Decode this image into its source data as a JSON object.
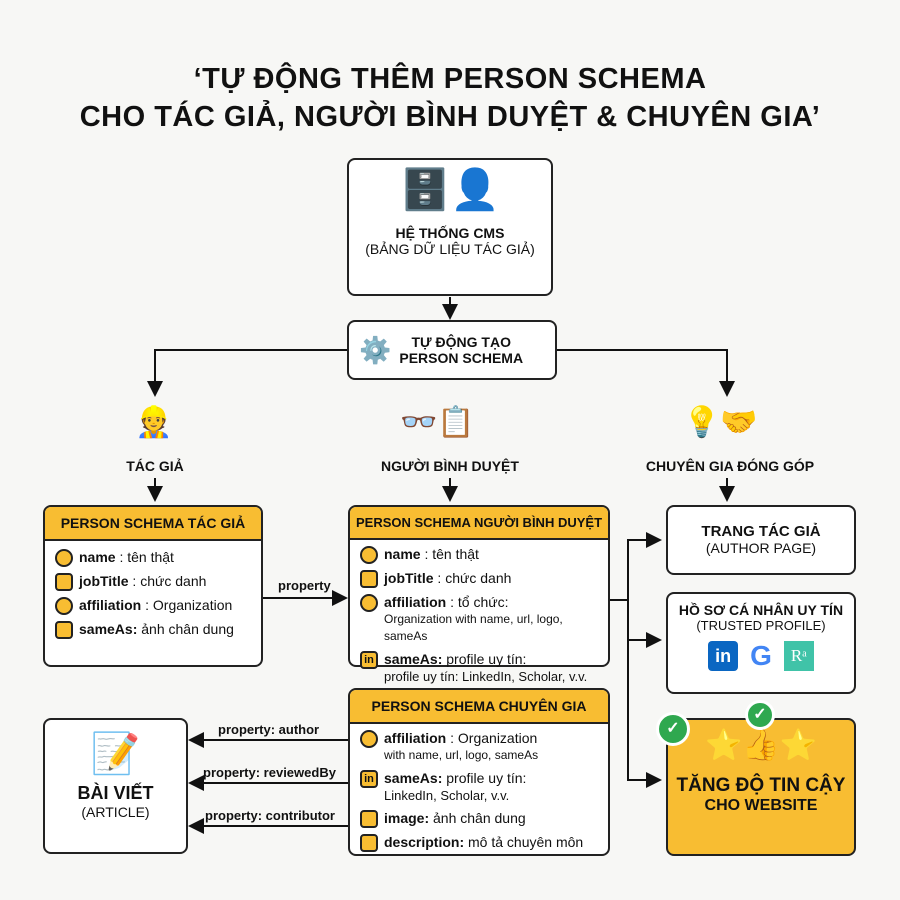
{
  "title": {
    "line1": "‘TỰ ĐỘNG THÊM PERSON SCHEMA",
    "line2": "CHO TÁC GIẢ, NGƯỜI BÌNH DUYỆT & CHUYÊN GIA’"
  },
  "cms": {
    "title": "HỆ THỐNG CMS",
    "subtitle": "(BẢNG DỮ LIỆU TÁC GIẢ)"
  },
  "auto": {
    "line1": "TỰ ĐỘNG TẠO",
    "line2": "PERSON SCHEMA"
  },
  "roles": {
    "author": "TÁC GIẢ",
    "reviewer": "NGƯỜI BÌNH DUYỆT",
    "expert": "CHUYÊN GIA ĐÓNG GÓP"
  },
  "author_schema": {
    "header": "PERSON SCHEMA TÁC GIẢ",
    "rows": [
      {
        "key": "name",
        "val": " : tên thật",
        "icon": "person-icon"
      },
      {
        "key": "jobTitle",
        "val": " : chức danh",
        "icon": "briefcase-icon"
      },
      {
        "key": "affiliation",
        "val": " : Organization",
        "icon": "globe-icon"
      },
      {
        "key": "sameAs:",
        "val": " ảnh chân dung",
        "icon": "image-icon"
      }
    ]
  },
  "reviewer_schema": {
    "header": "PERSON SCHEMA NGƯỜI BÌNH DUYỆT",
    "rows": [
      {
        "key": "name",
        "val": " : tên thật",
        "sub": ""
      },
      {
        "key": "jobTitle",
        "val": " : chức danh",
        "sub": ""
      },
      {
        "key": "affiliation",
        "val": " : tổ chức:",
        "sub": "Organization with name, url, logo, sameAs"
      },
      {
        "key": "sameAs:",
        "val": " profile uy tín:",
        "sub": "profile uy tín: LinkedIn, Scholar, v.v."
      }
    ]
  },
  "expert_schema": {
    "header": "PERSON SCHEMA CHUYÊN GIA",
    "rows": [
      {
        "key": "affiliation",
        "val": " : Organization",
        "sub": "with name, url, logo, sameAs"
      },
      {
        "key": "sameAs:",
        "val": " profile uy tín:",
        "sub": "LinkedIn, Scholar, v.v."
      },
      {
        "key": "image:",
        "val": " ảnh chân dung",
        "sub": ""
      },
      {
        "key": "description:",
        "val": " mô tả chuyên môn",
        "sub": ""
      }
    ]
  },
  "property": "property",
  "props": {
    "author": "property: author",
    "reviewedBy": "property: reviewedBy",
    "contributor": "property: contributor"
  },
  "article": {
    "title": "BÀI VIẾT",
    "subtitle": "(ARTICLE)"
  },
  "author_page": {
    "title": "TRANG TÁC GIẢ",
    "subtitle": "(AUTHOR PAGE)"
  },
  "trusted": {
    "title": "HỒ SƠ CÁ NHÂN UY TÍN",
    "subtitle": "(TRUSTED PROFILE)",
    "logos": [
      "in",
      "G",
      "Rᵃ"
    ]
  },
  "result": {
    "line1": "TĂNG ĐỘ TIN CẬY",
    "line2": "CHO WEBSITE"
  },
  "colors": {
    "accent": "#f8bd32",
    "linkedin": "#0a66c2",
    "check": "#2fa84f"
  }
}
